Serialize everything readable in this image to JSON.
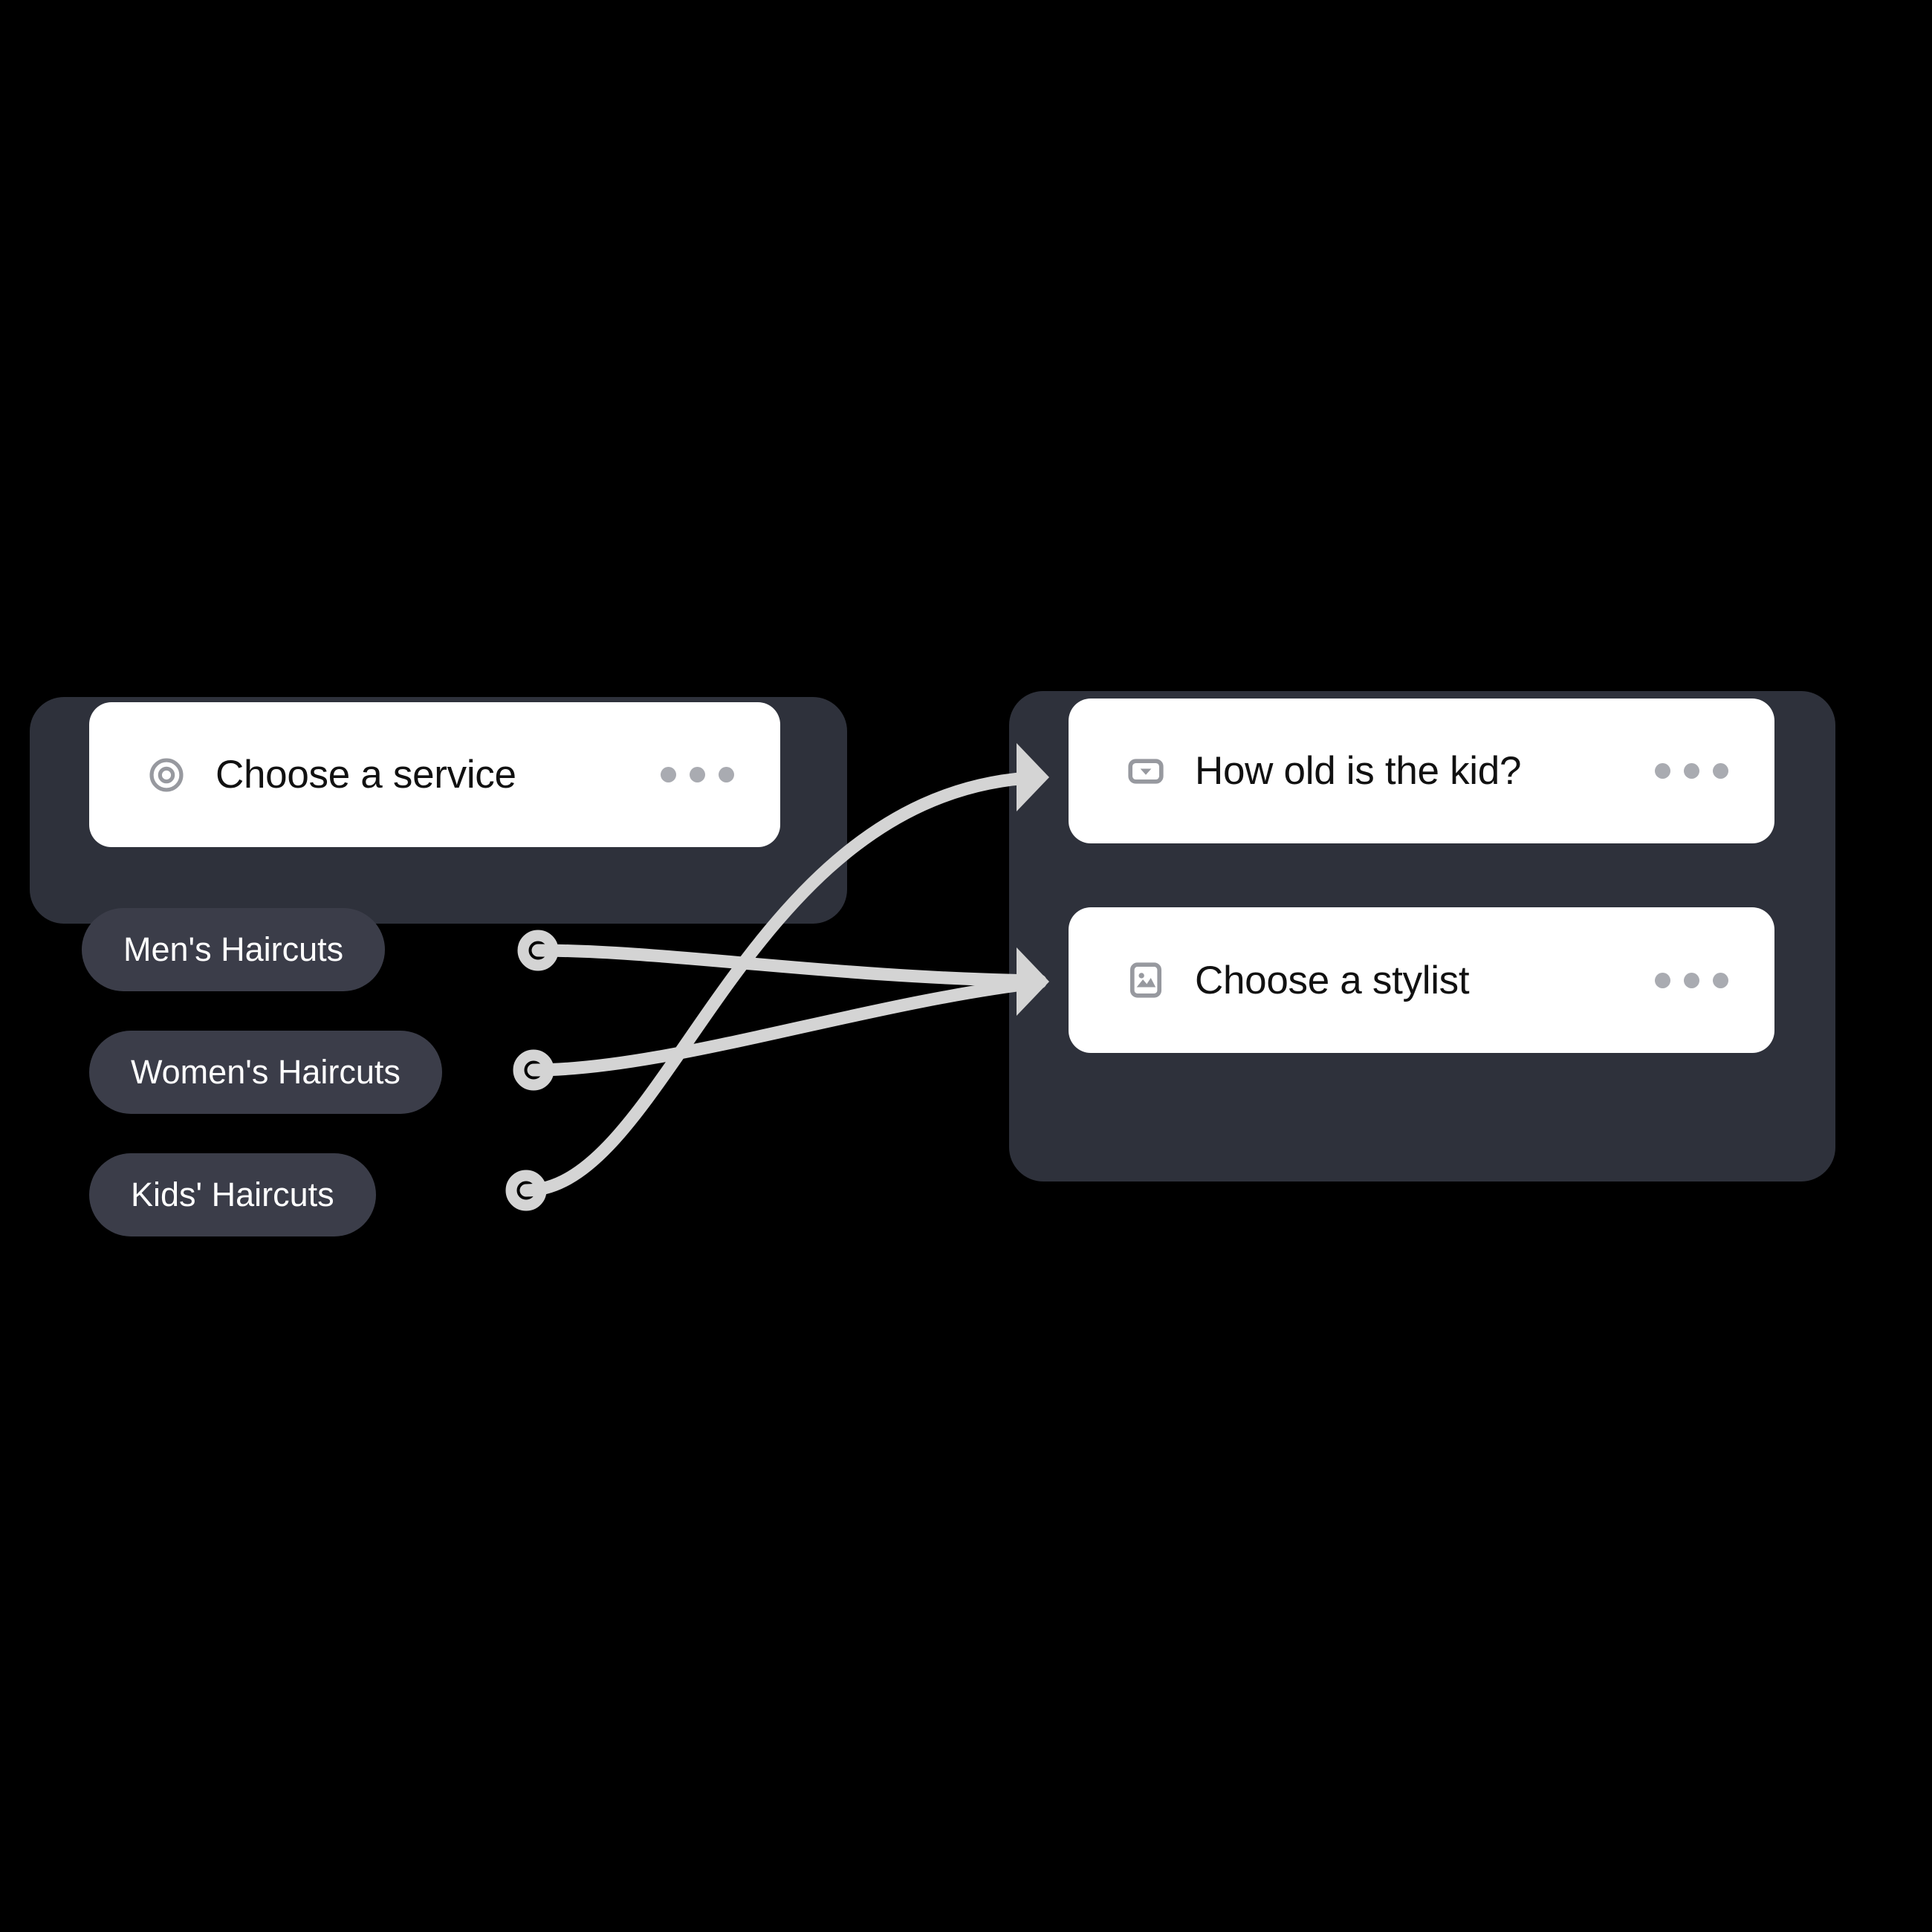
{
  "canvas": {
    "background_color": "#000000",
    "well_color": "#2e313b",
    "card_color": "#ffffff",
    "pill_color": "#3b3d49",
    "pill_text_color": "#ffffff",
    "wire_color": "#d4d4d4",
    "icon_color": "#97999f",
    "menu_dot_color": "#a9abb1"
  },
  "groups": [
    {
      "id": "service-group",
      "cards": [
        {
          "id": "choose-a-service",
          "icon": "radio-target-icon",
          "title": "Choose a service",
          "menu_label": "more-options"
        }
      ],
      "options": [
        {
          "id": "mens-haircuts",
          "label": "Men's Haircuts"
        },
        {
          "id": "womens-haircuts",
          "label": "Women's Haircuts"
        },
        {
          "id": "kids-haircuts",
          "label": "Kids' Haircuts"
        }
      ]
    },
    {
      "id": "followup-group",
      "cards": [
        {
          "id": "how-old-is-the-kid",
          "icon": "dropdown-select-icon",
          "title": "How old is the kid?",
          "menu_label": "more-options"
        },
        {
          "id": "choose-a-stylist",
          "icon": "image-picker-icon",
          "title": "Choose a stylist",
          "menu_label": "more-options"
        }
      ]
    }
  ],
  "connections": [
    {
      "id": "mens-to-stylist",
      "from": "mens-haircuts",
      "to": "choose-a-stylist"
    },
    {
      "id": "womens-to-stylist",
      "from": "womens-haircuts",
      "to": "choose-a-stylist"
    },
    {
      "id": "kids-to-age",
      "from": "kids-haircuts",
      "to": "how-old-is-the-kid"
    }
  ]
}
